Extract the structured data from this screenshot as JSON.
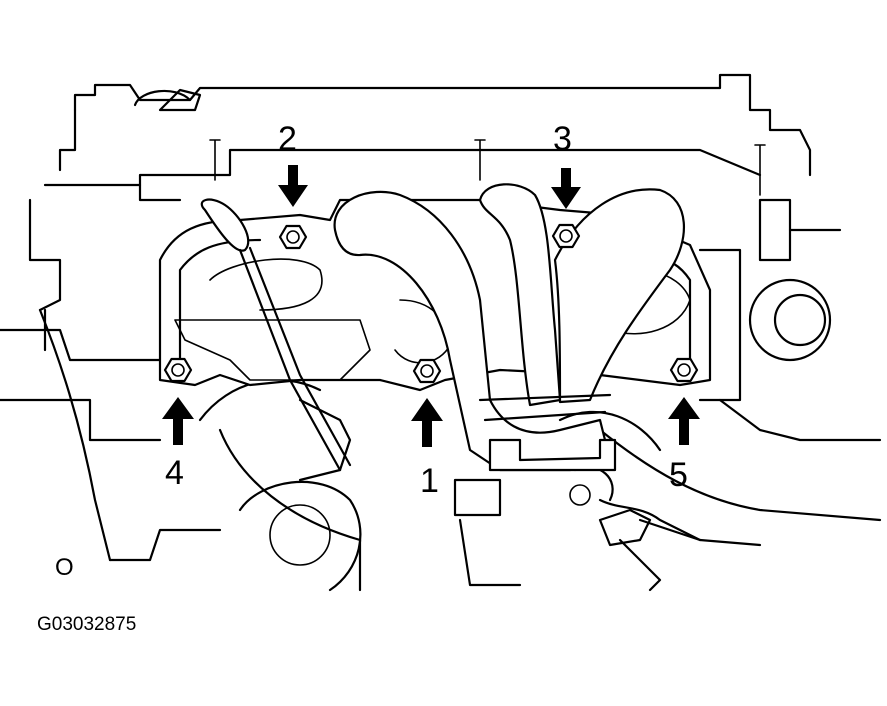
{
  "figure": {
    "code": "G03032875",
    "corner_mark": "O"
  },
  "callouts": [
    {
      "label": "1",
      "target": "lower-center-nut",
      "arrow_direction": "up"
    },
    {
      "label": "2",
      "target": "upper-left-nut",
      "arrow_direction": "down"
    },
    {
      "label": "3",
      "target": "upper-right-nut",
      "arrow_direction": "down"
    },
    {
      "label": "4",
      "target": "lower-left-nut",
      "arrow_direction": "up"
    },
    {
      "label": "5",
      "target": "lower-right-nut",
      "arrow_direction": "up"
    }
  ],
  "icons": {
    "nut": "hex-nut-icon",
    "arrow": "arrow-icon"
  }
}
